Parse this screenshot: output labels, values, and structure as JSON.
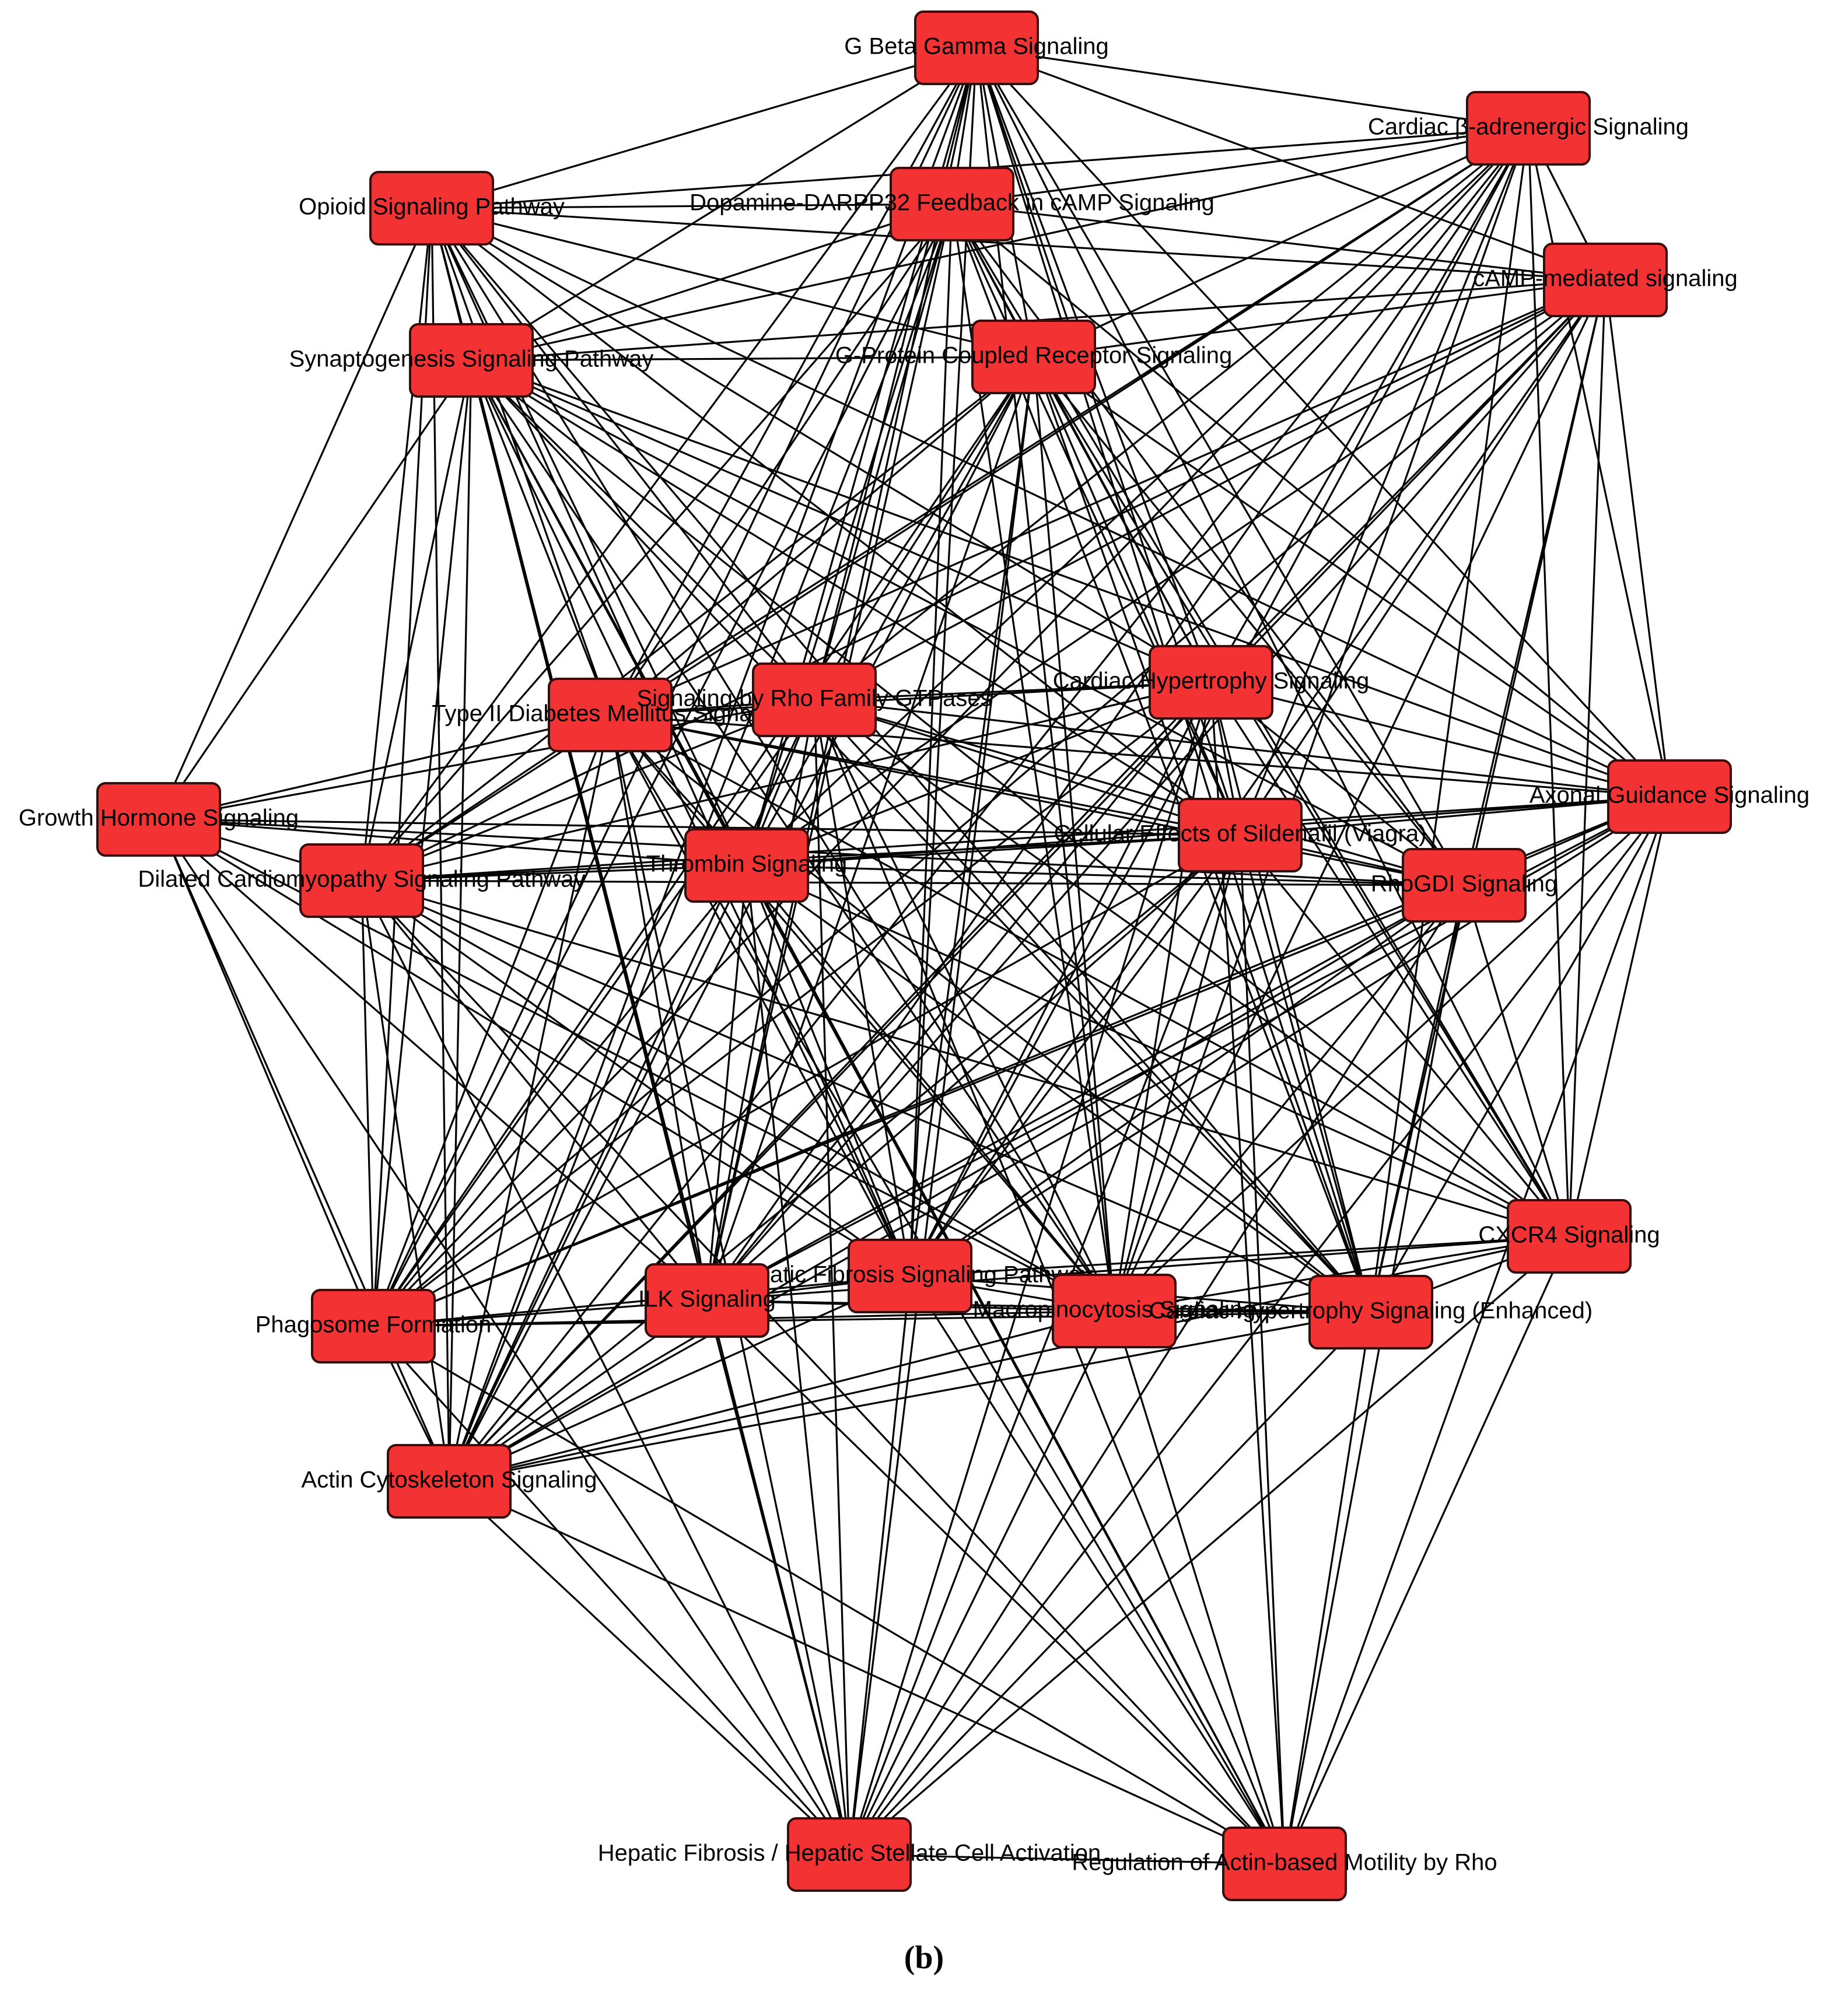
{
  "caption": "(b)",
  "diagram": {
    "type": "network",
    "node_color": "#f33333",
    "edge_color": "#000000",
    "nodes": [
      {
        "id": "gbg",
        "label": "G Beta Gamma Signaling"
      },
      {
        "id": "cba",
        "label": "Cardiac β-adrenergic Signaling"
      },
      {
        "id": "opi",
        "label": "Opioid Signaling Pathway"
      },
      {
        "id": "dar",
        "label": "Dopamine-DARPP32 Feedback in cAMP Signaling"
      },
      {
        "id": "camp",
        "label": "cAMP-mediated signaling"
      },
      {
        "id": "syn",
        "label": "Synaptogenesis Signaling Pathway"
      },
      {
        "id": "gpcr",
        "label": "G-Protein Coupled Receptor Signaling"
      },
      {
        "id": "t2d",
        "label": "Type II Diabetes Mellitus Signaling"
      },
      {
        "id": "rho",
        "label": "Signaling by Rho Family GTPases"
      },
      {
        "id": "chs",
        "label": "Cardiac Hypertrophy Signaling"
      },
      {
        "id": "axg",
        "label": "Axonal Guidance Signaling"
      },
      {
        "id": "ghs",
        "label": "Growth Hormone Signaling"
      },
      {
        "id": "sil",
        "label": "Cellular Effects of Sildenafil (Viagra)"
      },
      {
        "id": "dcm",
        "label": "Dilated Cardiomyopathy Signaling Pathway"
      },
      {
        "id": "thr",
        "label": "Thrombin Signaling"
      },
      {
        "id": "rgdi",
        "label": "RhoGDI Signaling"
      },
      {
        "id": "cxcr4",
        "label": "CXCR4 Signaling"
      },
      {
        "id": "hfs",
        "label": "Hepatic Fibrosis Signaling Pathway"
      },
      {
        "id": "ilk",
        "label": "ILK Signaling"
      },
      {
        "id": "mac",
        "label": "Macropinocytosis Signaling"
      },
      {
        "id": "che",
        "label": "Cardiac Hypertrophy Signaling (Enhanced)"
      },
      {
        "id": "pha",
        "label": "Phagosome Formation"
      },
      {
        "id": "act",
        "label": "Actin Cytoskeleton Signaling"
      },
      {
        "id": "hsc",
        "label": "Hepatic Fibrosis / Hepatic Stellate Cell Activation"
      },
      {
        "id": "ram",
        "label": "Regulation of Actin-based Motility by Rho"
      }
    ],
    "edges": [
      [
        "gbg",
        "cba"
      ],
      [
        "gbg",
        "opi"
      ],
      [
        "gbg",
        "dar"
      ],
      [
        "gbg",
        "camp"
      ],
      [
        "gbg",
        "syn"
      ],
      [
        "gbg",
        "gpcr"
      ],
      [
        "gbg",
        "t2d"
      ],
      [
        "gbg",
        "rho"
      ],
      [
        "gbg",
        "chs"
      ],
      [
        "gbg",
        "axg"
      ],
      [
        "gbg",
        "sil"
      ],
      [
        "gbg",
        "dcm"
      ],
      [
        "gbg",
        "thr"
      ],
      [
        "gbg",
        "rgdi"
      ],
      [
        "gbg",
        "cxcr4"
      ],
      [
        "gbg",
        "ilk"
      ],
      [
        "gbg",
        "mac"
      ],
      [
        "gbg",
        "che"
      ],
      [
        "gbg",
        "pha"
      ],
      [
        "gbg",
        "act"
      ],
      [
        "gbg",
        "hfs"
      ],
      [
        "cba",
        "opi"
      ],
      [
        "cba",
        "dar"
      ],
      [
        "cba",
        "camp"
      ],
      [
        "cba",
        "syn"
      ],
      [
        "cba",
        "gpcr"
      ],
      [
        "cba",
        "t2d"
      ],
      [
        "cba",
        "rho"
      ],
      [
        "cba",
        "chs"
      ],
      [
        "cba",
        "axg"
      ],
      [
        "cba",
        "sil"
      ],
      [
        "cba",
        "dcm"
      ],
      [
        "cba",
        "thr"
      ],
      [
        "cba",
        "cxcr4"
      ],
      [
        "cba",
        "ilk"
      ],
      [
        "cba",
        "mac"
      ],
      [
        "cba",
        "che"
      ],
      [
        "cba",
        "pha"
      ],
      [
        "cba",
        "act"
      ],
      [
        "cba",
        "hfs"
      ],
      [
        "opi",
        "dar"
      ],
      [
        "opi",
        "camp"
      ],
      [
        "opi",
        "syn"
      ],
      [
        "opi",
        "gpcr"
      ],
      [
        "opi",
        "ghs"
      ],
      [
        "opi",
        "t2d"
      ],
      [
        "opi",
        "rho"
      ],
      [
        "opi",
        "chs"
      ],
      [
        "opi",
        "sil"
      ],
      [
        "opi",
        "dcm"
      ],
      [
        "opi",
        "thr"
      ],
      [
        "opi",
        "che"
      ],
      [
        "opi",
        "ilk"
      ],
      [
        "opi",
        "mac"
      ],
      [
        "opi",
        "hfs"
      ],
      [
        "opi",
        "pha"
      ],
      [
        "opi",
        "act"
      ],
      [
        "opi",
        "axg"
      ],
      [
        "dar",
        "camp"
      ],
      [
        "dar",
        "syn"
      ],
      [
        "dar",
        "gpcr"
      ],
      [
        "dar",
        "t2d"
      ],
      [
        "dar",
        "rho"
      ],
      [
        "dar",
        "chs"
      ],
      [
        "dar",
        "sil"
      ],
      [
        "dar",
        "dcm"
      ],
      [
        "dar",
        "thr"
      ],
      [
        "dar",
        "che"
      ],
      [
        "dar",
        "ilk"
      ],
      [
        "dar",
        "mac"
      ],
      [
        "dar",
        "hfs"
      ],
      [
        "dar",
        "pha"
      ],
      [
        "dar",
        "act"
      ],
      [
        "dar",
        "axg"
      ],
      [
        "dar",
        "rgdi"
      ],
      [
        "dar",
        "cxcr4"
      ],
      [
        "camp",
        "syn"
      ],
      [
        "camp",
        "gpcr"
      ],
      [
        "camp",
        "t2d"
      ],
      [
        "camp",
        "rho"
      ],
      [
        "camp",
        "chs"
      ],
      [
        "camp",
        "sil"
      ],
      [
        "camp",
        "dcm"
      ],
      [
        "camp",
        "thr"
      ],
      [
        "camp",
        "che"
      ],
      [
        "camp",
        "axg"
      ],
      [
        "camp",
        "cxcr4"
      ],
      [
        "camp",
        "ilk"
      ],
      [
        "camp",
        "pha"
      ],
      [
        "camp",
        "act"
      ],
      [
        "camp",
        "hfs"
      ],
      [
        "camp",
        "mac"
      ],
      [
        "camp",
        "rgdi"
      ],
      [
        "syn",
        "gpcr"
      ],
      [
        "syn",
        "ghs"
      ],
      [
        "syn",
        "t2d"
      ],
      [
        "syn",
        "rho"
      ],
      [
        "syn",
        "chs"
      ],
      [
        "syn",
        "axg"
      ],
      [
        "syn",
        "sil"
      ],
      [
        "syn",
        "dcm"
      ],
      [
        "syn",
        "thr"
      ],
      [
        "syn",
        "rgdi"
      ],
      [
        "syn",
        "cxcr4"
      ],
      [
        "syn",
        "hfs"
      ],
      [
        "syn",
        "ilk"
      ],
      [
        "syn",
        "mac"
      ],
      [
        "syn",
        "che"
      ],
      [
        "syn",
        "pha"
      ],
      [
        "syn",
        "act"
      ],
      [
        "syn",
        "hsc"
      ],
      [
        "syn",
        "ram"
      ],
      [
        "gpcr",
        "t2d"
      ],
      [
        "gpcr",
        "rho"
      ],
      [
        "gpcr",
        "chs"
      ],
      [
        "gpcr",
        "axg"
      ],
      [
        "gpcr",
        "sil"
      ],
      [
        "gpcr",
        "dcm"
      ],
      [
        "gpcr",
        "thr"
      ],
      [
        "gpcr",
        "rgdi"
      ],
      [
        "gpcr",
        "cxcr4"
      ],
      [
        "gpcr",
        "hfs"
      ],
      [
        "gpcr",
        "ilk"
      ],
      [
        "gpcr",
        "mac"
      ],
      [
        "gpcr",
        "che"
      ],
      [
        "gpcr",
        "pha"
      ],
      [
        "gpcr",
        "act"
      ],
      [
        "gpcr",
        "hsc"
      ],
      [
        "t2d",
        "rho"
      ],
      [
        "t2d",
        "chs"
      ],
      [
        "t2d",
        "axg"
      ],
      [
        "t2d",
        "ghs"
      ],
      [
        "t2d",
        "sil"
      ],
      [
        "t2d",
        "dcm"
      ],
      [
        "t2d",
        "thr"
      ],
      [
        "t2d",
        "rgdi"
      ],
      [
        "t2d",
        "cxcr4"
      ],
      [
        "t2d",
        "hfs"
      ],
      [
        "t2d",
        "ilk"
      ],
      [
        "t2d",
        "mac"
      ],
      [
        "t2d",
        "che"
      ],
      [
        "t2d",
        "pha"
      ],
      [
        "t2d",
        "act"
      ],
      [
        "t2d",
        "hsc"
      ],
      [
        "t2d",
        "ram"
      ],
      [
        "rho",
        "chs"
      ],
      [
        "rho",
        "axg"
      ],
      [
        "rho",
        "ghs"
      ],
      [
        "rho",
        "sil"
      ],
      [
        "rho",
        "dcm"
      ],
      [
        "rho",
        "thr"
      ],
      [
        "rho",
        "rgdi"
      ],
      [
        "rho",
        "cxcr4"
      ],
      [
        "rho",
        "hfs"
      ],
      [
        "rho",
        "ilk"
      ],
      [
        "rho",
        "mac"
      ],
      [
        "rho",
        "che"
      ],
      [
        "rho",
        "pha"
      ],
      [
        "rho",
        "act"
      ],
      [
        "rho",
        "hsc"
      ],
      [
        "rho",
        "ram"
      ],
      [
        "chs",
        "axg"
      ],
      [
        "chs",
        "sil"
      ],
      [
        "chs",
        "dcm"
      ],
      [
        "chs",
        "thr"
      ],
      [
        "chs",
        "rgdi"
      ],
      [
        "chs",
        "cxcr4"
      ],
      [
        "chs",
        "hfs"
      ],
      [
        "chs",
        "ilk"
      ],
      [
        "chs",
        "mac"
      ],
      [
        "chs",
        "che"
      ],
      [
        "chs",
        "pha"
      ],
      [
        "chs",
        "act"
      ],
      [
        "chs",
        "hsc"
      ],
      [
        "chs",
        "ram"
      ],
      [
        "axg",
        "sil"
      ],
      [
        "axg",
        "dcm"
      ],
      [
        "axg",
        "thr"
      ],
      [
        "axg",
        "rgdi"
      ],
      [
        "axg",
        "cxcr4"
      ],
      [
        "axg",
        "hfs"
      ],
      [
        "axg",
        "ilk"
      ],
      [
        "axg",
        "mac"
      ],
      [
        "axg",
        "che"
      ],
      [
        "axg",
        "pha"
      ],
      [
        "axg",
        "act"
      ],
      [
        "axg",
        "hsc"
      ],
      [
        "axg",
        "ram"
      ],
      [
        "ghs",
        "dcm"
      ],
      [
        "ghs",
        "thr"
      ],
      [
        "ghs",
        "sil"
      ],
      [
        "ghs",
        "rgdi"
      ],
      [
        "ghs",
        "ilk"
      ],
      [
        "ghs",
        "pha"
      ],
      [
        "ghs",
        "act"
      ],
      [
        "ghs",
        "hfs"
      ],
      [
        "ghs",
        "mac"
      ],
      [
        "ghs",
        "hsc"
      ],
      [
        "sil",
        "dcm"
      ],
      [
        "sil",
        "thr"
      ],
      [
        "sil",
        "rgdi"
      ],
      [
        "sil",
        "cxcr4"
      ],
      [
        "sil",
        "hfs"
      ],
      [
        "sil",
        "ilk"
      ],
      [
        "sil",
        "mac"
      ],
      [
        "sil",
        "che"
      ],
      [
        "sil",
        "pha"
      ],
      [
        "sil",
        "act"
      ],
      [
        "sil",
        "hsc"
      ],
      [
        "sil",
        "ram"
      ],
      [
        "dcm",
        "thr"
      ],
      [
        "dcm",
        "rgdi"
      ],
      [
        "dcm",
        "cxcr4"
      ],
      [
        "dcm",
        "hfs"
      ],
      [
        "dcm",
        "ilk"
      ],
      [
        "dcm",
        "mac"
      ],
      [
        "dcm",
        "che"
      ],
      [
        "dcm",
        "pha"
      ],
      [
        "dcm",
        "act"
      ],
      [
        "dcm",
        "hsc"
      ],
      [
        "dcm",
        "ram"
      ],
      [
        "thr",
        "rgdi"
      ],
      [
        "thr",
        "cxcr4"
      ],
      [
        "thr",
        "hfs"
      ],
      [
        "thr",
        "ilk"
      ],
      [
        "thr",
        "mac"
      ],
      [
        "thr",
        "che"
      ],
      [
        "thr",
        "pha"
      ],
      [
        "thr",
        "act"
      ],
      [
        "thr",
        "hsc"
      ],
      [
        "thr",
        "ram"
      ],
      [
        "rgdi",
        "cxcr4"
      ],
      [
        "rgdi",
        "hfs"
      ],
      [
        "rgdi",
        "ilk"
      ],
      [
        "rgdi",
        "mac"
      ],
      [
        "rgdi",
        "che"
      ],
      [
        "rgdi",
        "pha"
      ],
      [
        "rgdi",
        "act"
      ],
      [
        "rgdi",
        "hsc"
      ],
      [
        "rgdi",
        "ram"
      ],
      [
        "cxcr4",
        "hfs"
      ],
      [
        "cxcr4",
        "ilk"
      ],
      [
        "cxcr4",
        "mac"
      ],
      [
        "cxcr4",
        "che"
      ],
      [
        "cxcr4",
        "act"
      ],
      [
        "cxcr4",
        "hsc"
      ],
      [
        "cxcr4",
        "ram"
      ],
      [
        "hfs",
        "ilk"
      ],
      [
        "hfs",
        "mac"
      ],
      [
        "hfs",
        "che"
      ],
      [
        "hfs",
        "pha"
      ],
      [
        "hfs",
        "act"
      ],
      [
        "hfs",
        "hsc"
      ],
      [
        "hfs",
        "ram"
      ],
      [
        "ilk",
        "mac"
      ],
      [
        "ilk",
        "che"
      ],
      [
        "ilk",
        "pha"
      ],
      [
        "ilk",
        "act"
      ],
      [
        "ilk",
        "hsc"
      ],
      [
        "ilk",
        "ram"
      ],
      [
        "mac",
        "che"
      ],
      [
        "mac",
        "pha"
      ],
      [
        "mac",
        "act"
      ],
      [
        "mac",
        "hsc"
      ],
      [
        "mac",
        "ram"
      ],
      [
        "che",
        "pha"
      ],
      [
        "che",
        "act"
      ],
      [
        "che",
        "hsc"
      ],
      [
        "che",
        "ram"
      ],
      [
        "pha",
        "act"
      ],
      [
        "pha",
        "hsc"
      ],
      [
        "pha",
        "ram"
      ],
      [
        "act",
        "hsc"
      ],
      [
        "act",
        "ram"
      ],
      [
        "hsc",
        "ram"
      ]
    ]
  }
}
